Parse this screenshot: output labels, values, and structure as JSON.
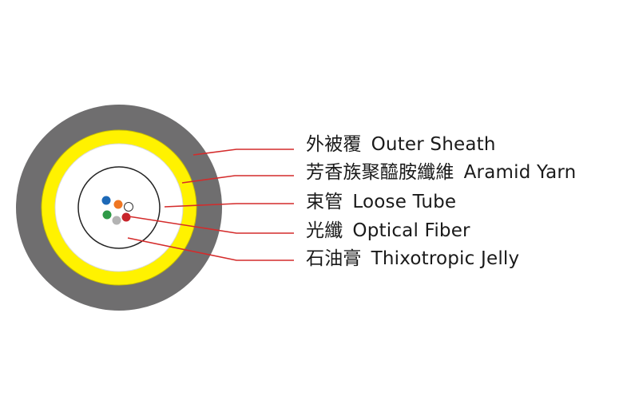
{
  "diagram": {
    "colors": {
      "outer_sheath": "#6f6e6f",
      "aramid_yarn": "#fff200",
      "leader_line": "#d42b2b",
      "fiber_blue": "#1d69b7",
      "fiber_orange": "#ef7622",
      "fiber_white": "#ffffff",
      "fiber_green": "#2f9a47",
      "fiber_red": "#c7242b",
      "fiber_gray": "#b3b3b3"
    },
    "labels": [
      {
        "zh": "外被覆",
        "en": "Outer Sheath"
      },
      {
        "zh": "芳香族聚醯胺纖維",
        "en": "Aramid Yarn"
      },
      {
        "zh": "束管",
        "en": "Loose Tube"
      },
      {
        "zh": "光纖",
        "en": "Optical Fiber"
      },
      {
        "zh": "石油膏",
        "en": "Thixotropic Jelly"
      }
    ]
  }
}
